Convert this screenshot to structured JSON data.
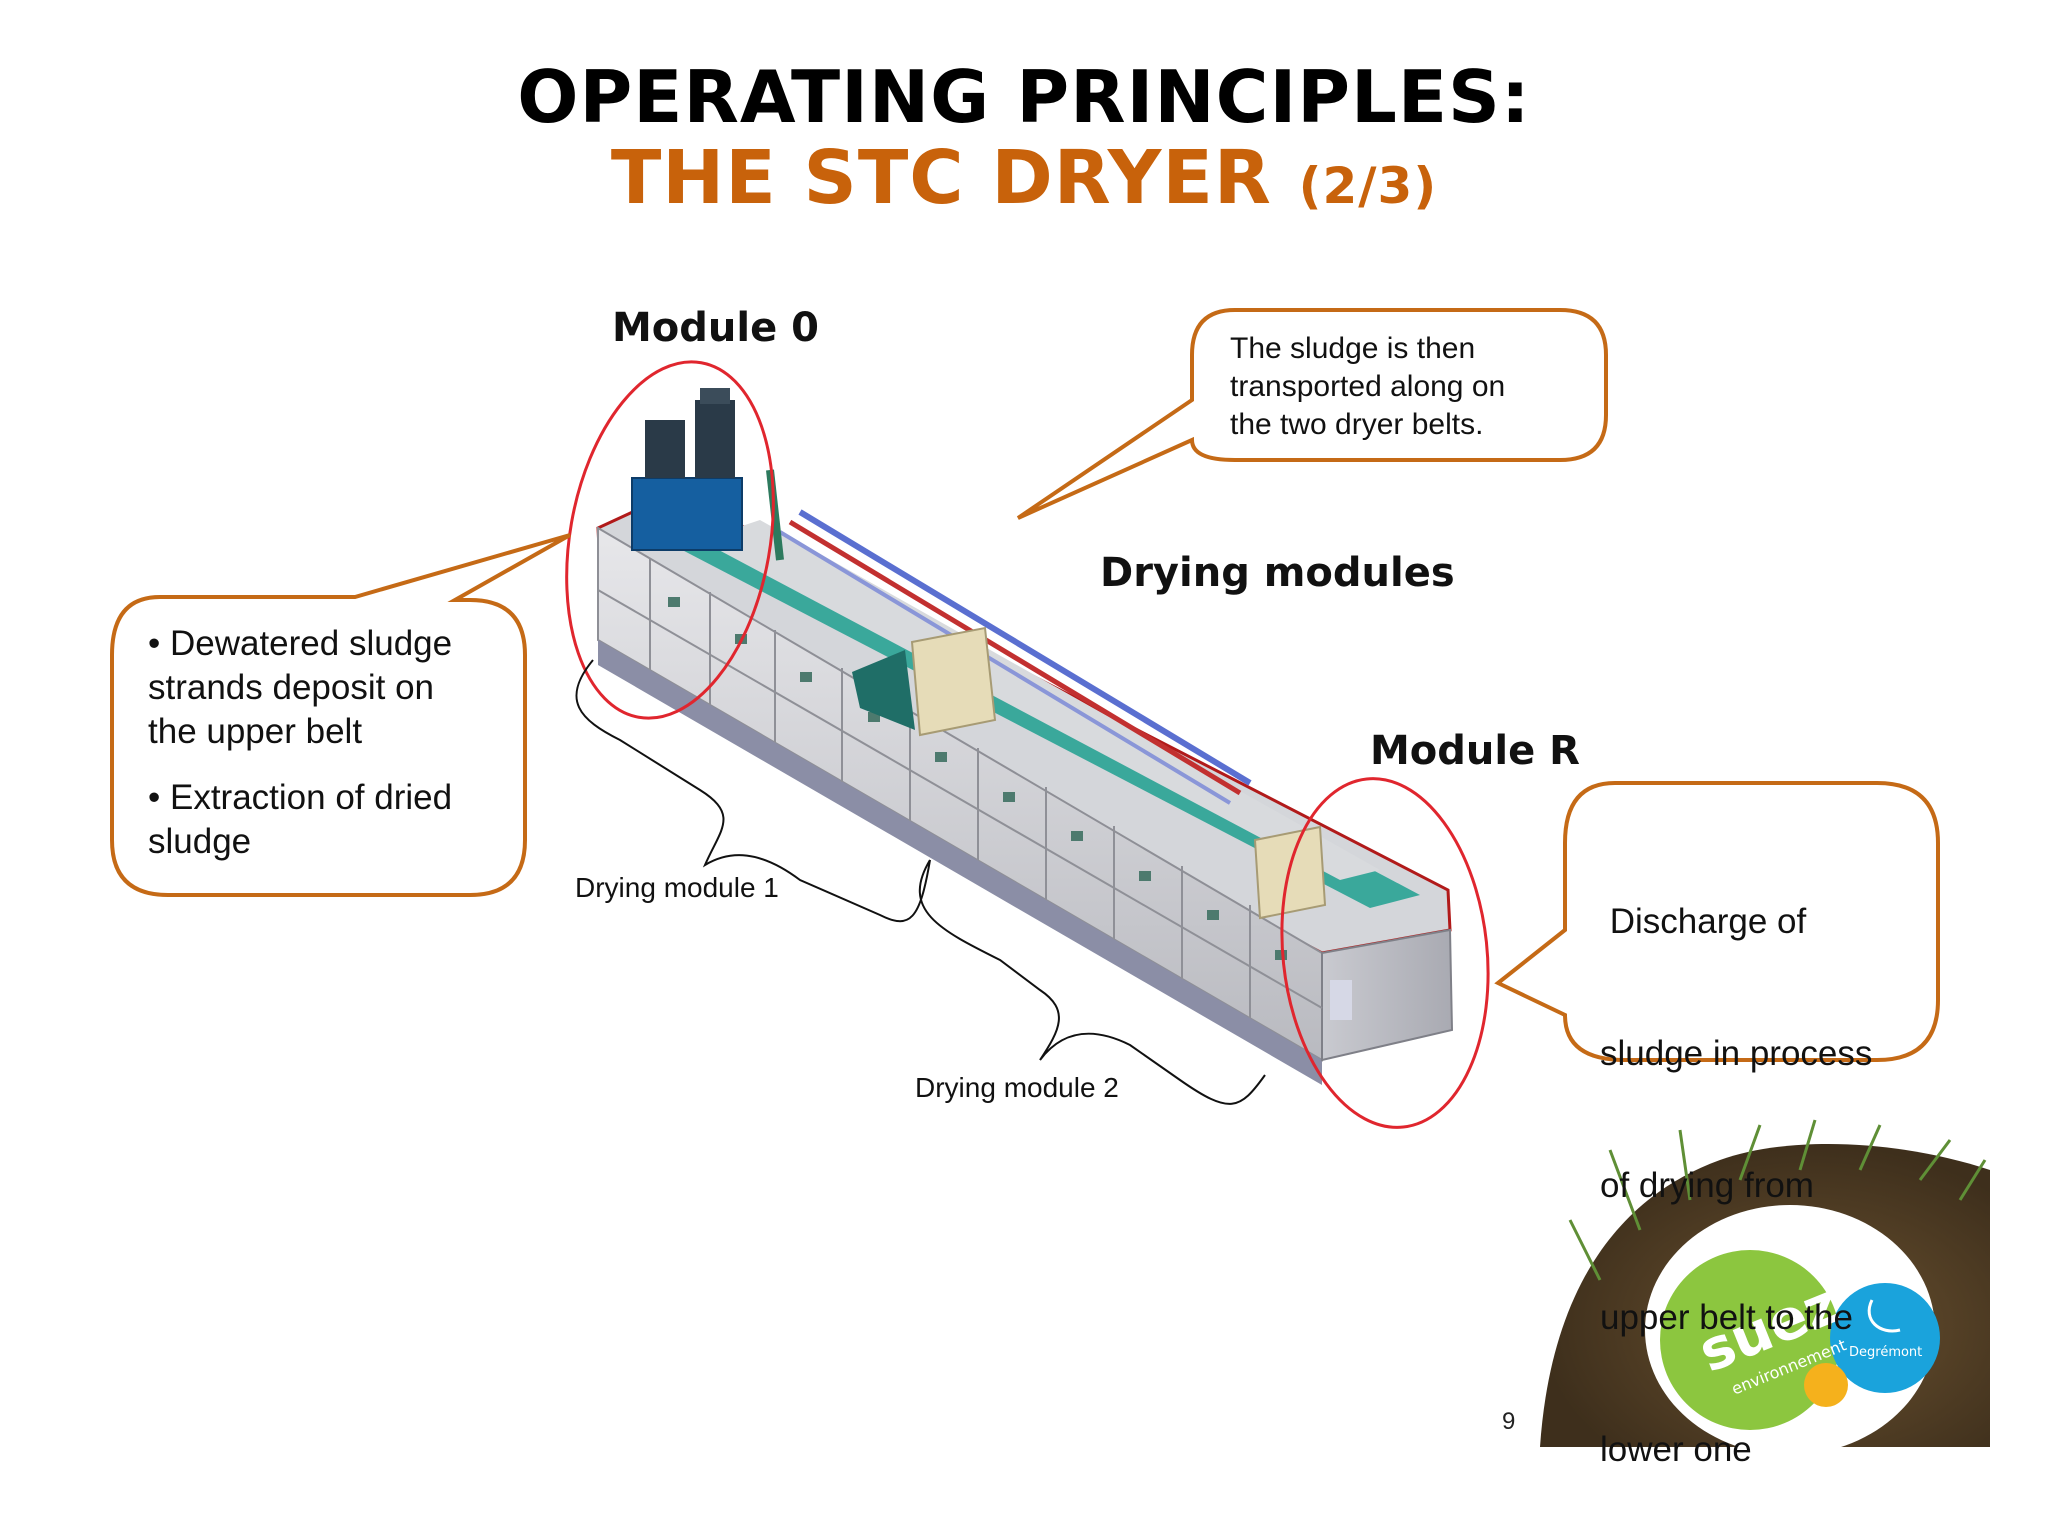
{
  "title": {
    "line1": "OPERATING PRINCIPLES:",
    "line2": "THE STC DRYER",
    "line2_suffix": "(2/3)"
  },
  "labels": {
    "module_0": "Module 0",
    "drying_modules": "Drying modules",
    "module_r": "Module R",
    "drying_module_1": "Drying module 1",
    "drying_module_2": "Drying module 2"
  },
  "callouts": {
    "transport": [
      "The sludge is then",
      "transported along on",
      "the two dryer belts."
    ],
    "deposit": {
      "bullet1": [
        "• Dewatered sludge",
        "strands deposit on",
        "the upper belt"
      ],
      "bullet2": [
        "• Extraction of dried",
        "sludge"
      ]
    },
    "discharge": [
      " Discharge of",
      "sludge in process",
      "of drying from",
      "upper belt to the",
      "lower one"
    ]
  },
  "logo": {
    "brand": "suez",
    "brand_sub": "environnement",
    "partner": "Degrémont"
  },
  "page_number": "9",
  "colors": {
    "accent_orange": "#c8620b",
    "callout_border": "#c56a16",
    "highlight_red": "#e0262e",
    "logo_green": "#8cc63f",
    "logo_blue": "#1aa3dc"
  }
}
